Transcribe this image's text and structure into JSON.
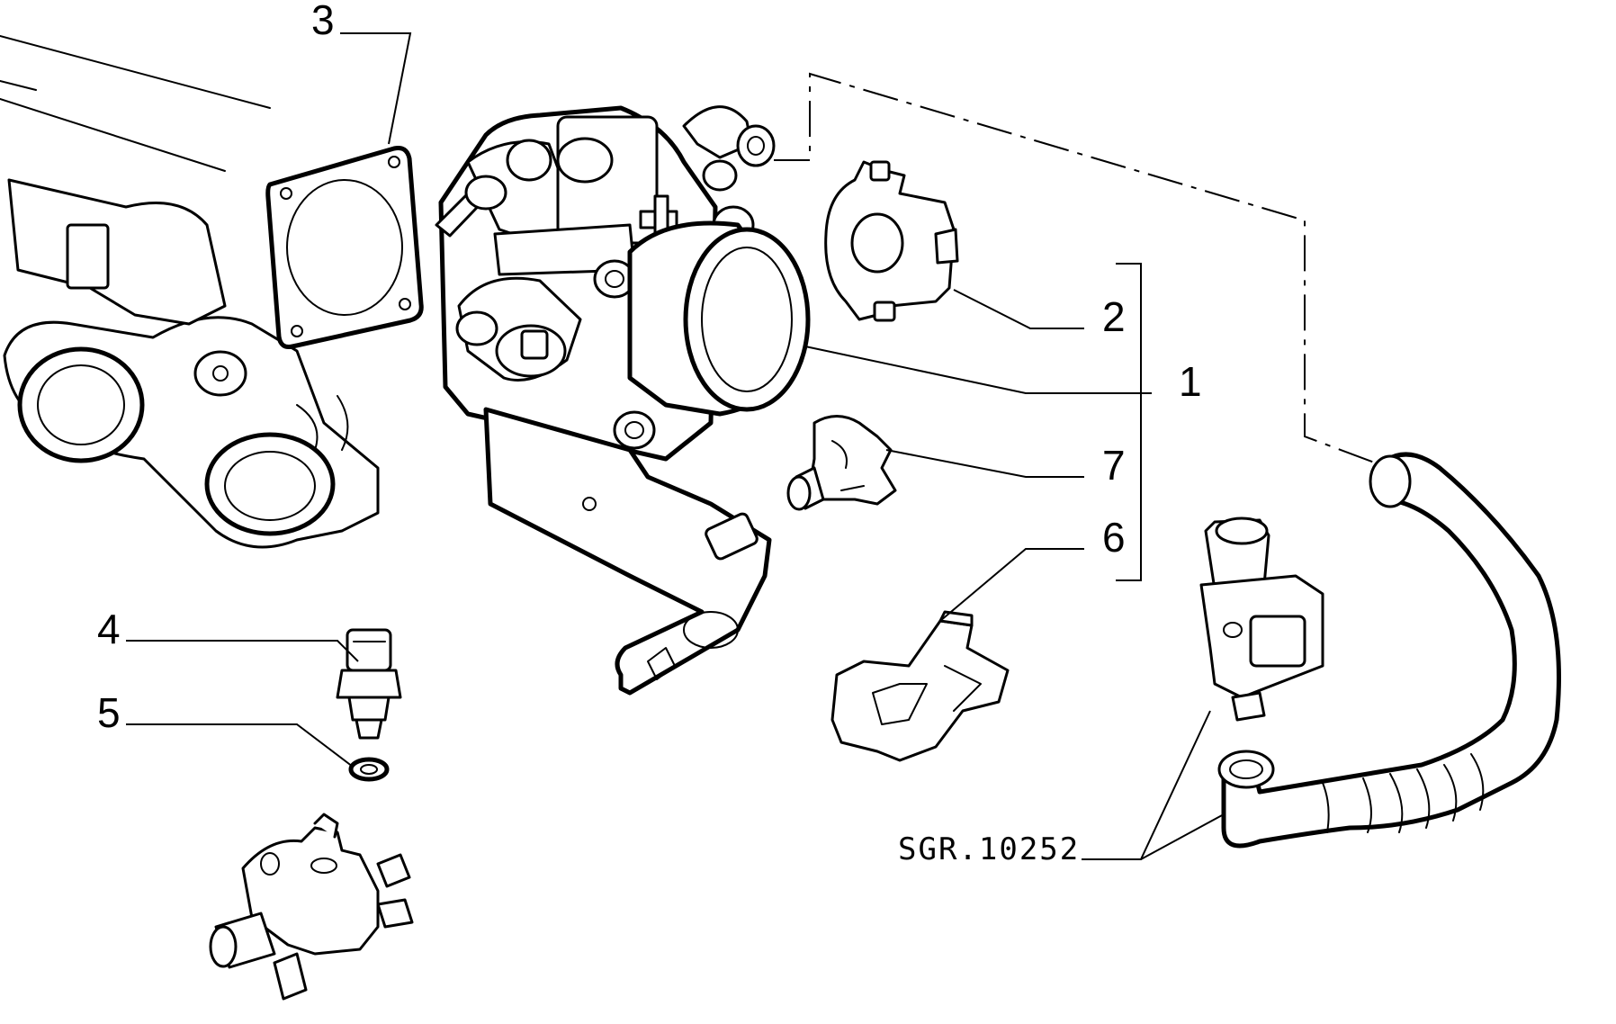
{
  "callouts": [
    {
      "number": "1",
      "part": "throttle-body"
    },
    {
      "number": "2",
      "part": "throttle-position-sensor"
    },
    {
      "number": "3",
      "part": "gasket"
    },
    {
      "number": "4",
      "part": "temperature-sensor"
    },
    {
      "number": "5",
      "part": "sealing-washer"
    },
    {
      "number": "6",
      "part": "bracket"
    },
    {
      "number": "7",
      "part": "connector-clip"
    }
  ],
  "drawing_reference": "SGR.10252"
}
